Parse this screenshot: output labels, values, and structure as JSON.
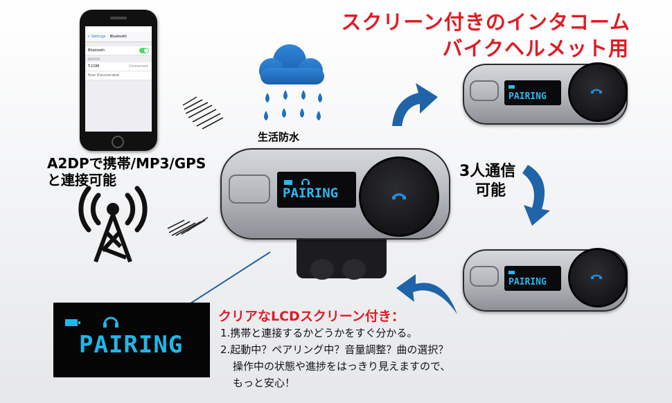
{
  "headline": {
    "line1": "スクリーン付きのインタコーム",
    "line2": "バイクヘルメット用"
  },
  "phone": {
    "status_time": "",
    "nav_back": "< Settings",
    "nav_title": "Bluetooth",
    "rows": [
      {
        "label": "Bluetooth",
        "state": "toggle-on"
      },
      {
        "section": "DEVICES"
      },
      {
        "label": "T-COM",
        "status": "Connected"
      },
      {
        "label": "Now Discoverable"
      }
    ]
  },
  "captions": {
    "a2dp_line1": "A2DPで携帯/MP3/GPS",
    "a2dp_line2": "と連接可能",
    "waterproof": "生活防水",
    "three_line1": "3人通信",
    "three_line2": "可能"
  },
  "devices": [
    {
      "screen": "PAIRING"
    },
    {
      "screen": "PAIRING"
    },
    {
      "screen": "PAIRING"
    }
  ],
  "lcd_panel": {
    "screen": "PAIRING"
  },
  "lcd_description": {
    "title": "クリアなLCDスクリーン付き：",
    "items": [
      "1.携帯と連接するかどうかをすぐ分かる。",
      "2.起動中？ペアリング中？音量調整？曲の選択？",
      "操作中の状態や進捗をはっきり見えますので、",
      "もっと安心！"
    ]
  },
  "colors": {
    "headline": "#e01b24",
    "lcd_text": "#1fb7ea",
    "arrow": "#1f63a8",
    "cloud": "#1e6fc4"
  },
  "icons": [
    "cloud-rain-icon",
    "radio-tower-icon",
    "phone-call-icon",
    "headphones-icon",
    "battery-icon",
    "curved-arrow-icon",
    "sound-wave-icon"
  ]
}
